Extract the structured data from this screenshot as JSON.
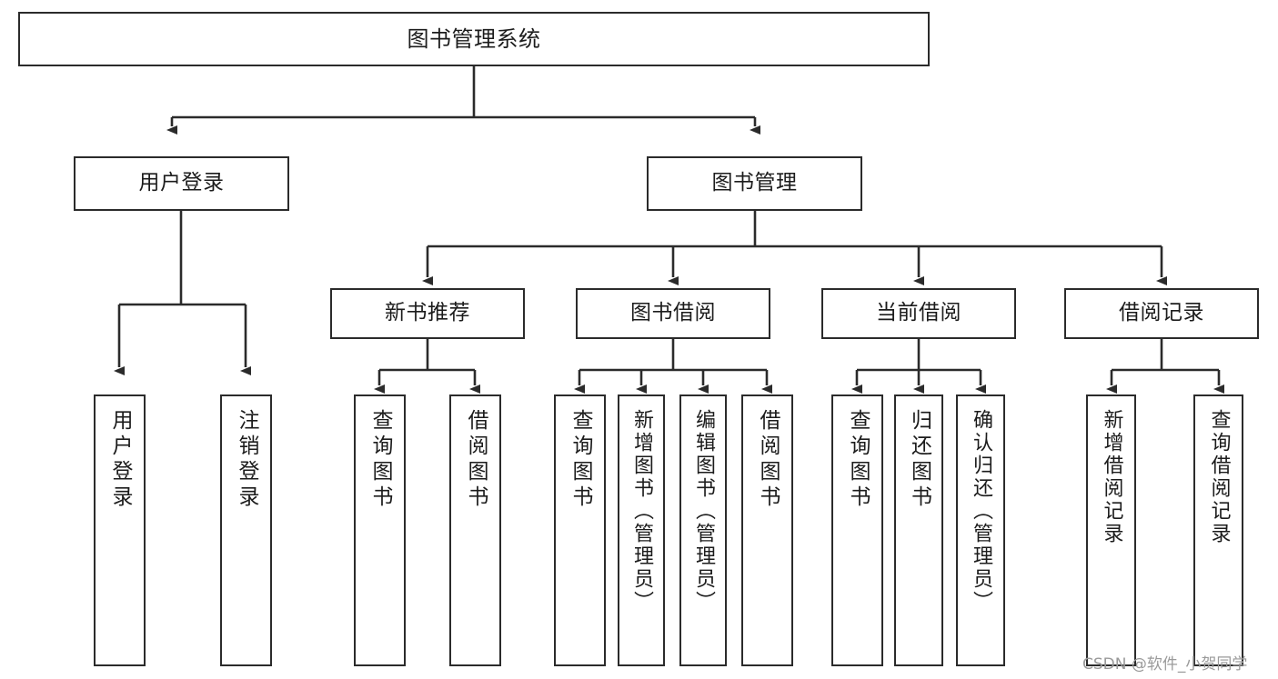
{
  "diagram": {
    "title": "图书管理系统",
    "type": "tree",
    "orientation": "top-down",
    "colors": {
      "box_border": "#2b2b2b",
      "box_fill": "#ffffff",
      "connector": "#2b2b2b",
      "text": "#1c1c1c",
      "watermark": "#9a9a9a",
      "background": "#ffffff"
    },
    "root": {
      "label": "图书管理系统"
    },
    "level2": [
      {
        "label": "用户登录"
      },
      {
        "label": "图书管理"
      }
    ],
    "level3": [
      {
        "label": "新书推荐"
      },
      {
        "label": "图书借阅"
      },
      {
        "label": "当前借阅"
      },
      {
        "label": "借阅记录"
      }
    ],
    "leaves": {
      "user_login": [
        {
          "label": "用户登录"
        },
        {
          "label": "注销登录"
        }
      ],
      "new_book_recommend": [
        {
          "label": "查询图书"
        },
        {
          "label": "借阅图书"
        }
      ],
      "book_borrow": [
        {
          "label": "查询图书"
        },
        {
          "label": "新增图书（管理员）"
        },
        {
          "label": "编辑图书（管理员）"
        },
        {
          "label": "借阅图书"
        }
      ],
      "current_borrow": [
        {
          "label": "查询图书"
        },
        {
          "label": "归还图书"
        },
        {
          "label": "确认归还（管理员）"
        }
      ],
      "borrow_record": [
        {
          "label": "新增借阅记录"
        },
        {
          "label": "查询借阅记录"
        }
      ]
    }
  },
  "watermark": {
    "text": "CSDN @软件_小贺同学"
  }
}
